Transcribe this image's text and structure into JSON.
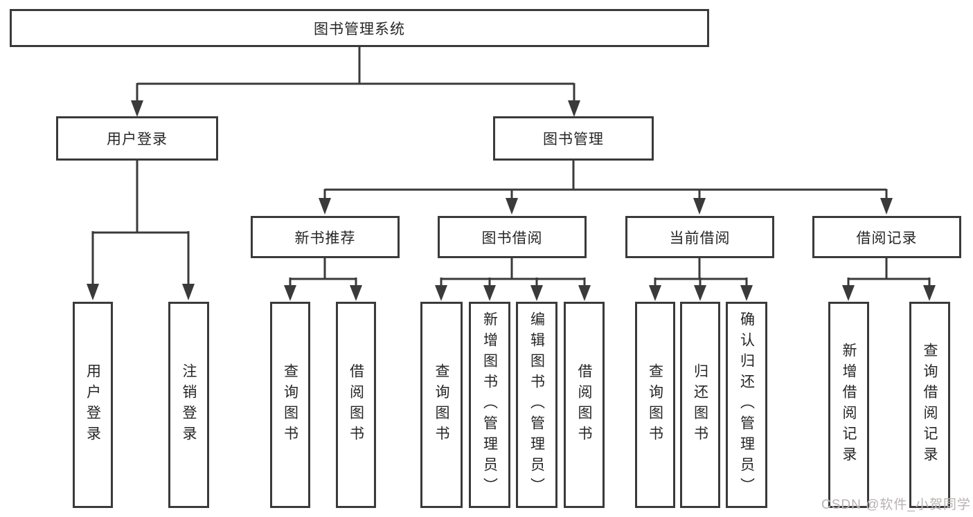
{
  "diagram": {
    "root": "图书管理系统",
    "branches": {
      "user_login": {
        "label": "用户登录",
        "children": [
          "用户登录",
          "注销登录"
        ]
      },
      "book_mgmt": {
        "label": "图书管理",
        "groups": [
          {
            "label": "新书推荐",
            "children": [
              "查询图书",
              "借阅图书"
            ]
          },
          {
            "label": "图书借阅",
            "children": [
              "查询图书",
              "新增图书（管理员）",
              "编辑图书（管理员）",
              "借阅图书"
            ]
          },
          {
            "label": "当前借阅",
            "children": [
              "查询图书",
              "归还图书",
              "确认归还（管理员）"
            ]
          },
          {
            "label": "借阅记录",
            "children": [
              "新增借阅记录",
              "查询借阅记录"
            ]
          }
        ]
      }
    }
  },
  "watermark": "CSDN @软件_小贺同学",
  "colors": {
    "line": "#3a3a3a",
    "text": "#262626",
    "background": "#ffffff",
    "watermark": "#b9b2b2"
  }
}
